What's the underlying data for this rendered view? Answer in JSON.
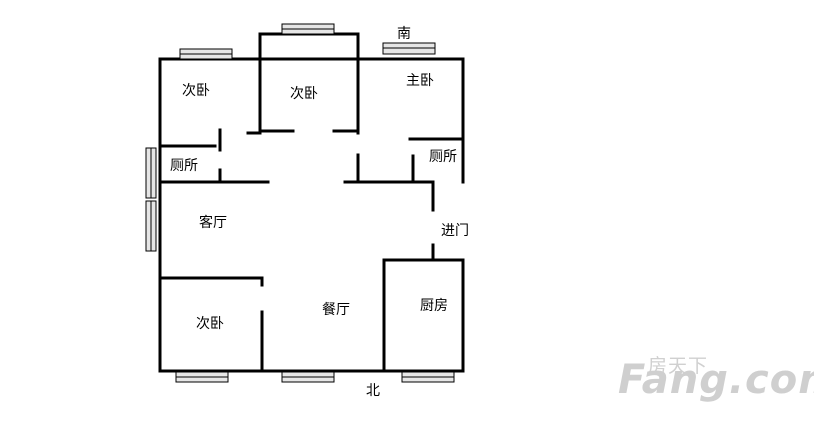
{
  "floorplan": {
    "compass": {
      "south": "南",
      "north": "北"
    },
    "rooms": {
      "secondary_bedroom_top_left": "次卧",
      "secondary_bedroom_top_mid": "次卧",
      "master_bedroom": "主卧",
      "bathroom_left": "厕所",
      "bathroom_right": "厕所",
      "living_room": "客厅",
      "entrance": "进门",
      "secondary_bedroom_bottom": "次卧",
      "dining_room": "餐厅",
      "kitchen": "厨房"
    }
  },
  "watermark": {
    "chinese": "房天下",
    "brand": "Fang.com",
    "color": "#cfcfcf"
  }
}
